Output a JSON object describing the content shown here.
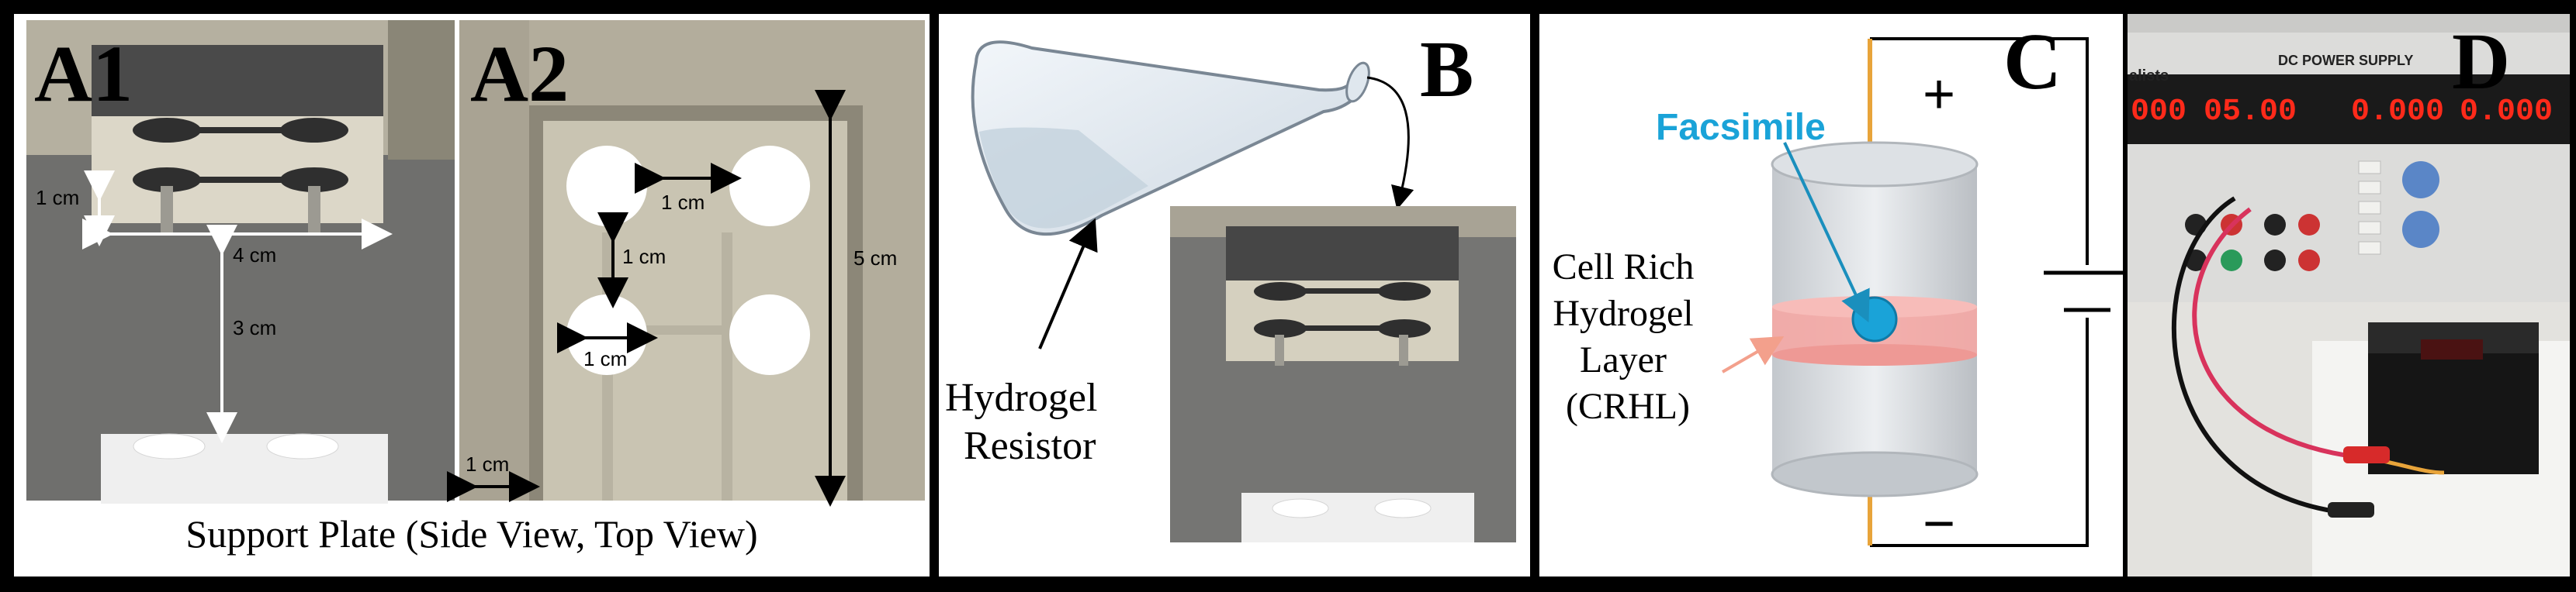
{
  "panels": {
    "a1": {
      "label": "A1",
      "dims": {
        "height": "1 cm",
        "width": "4 cm",
        "gap": "3 cm"
      }
    },
    "a2": {
      "label": "A2",
      "dims": {
        "spacing_h": "1 cm",
        "spacing_v": "1 cm",
        "diameter": "1 cm",
        "length": "5 cm",
        "offset": "1 cm"
      }
    },
    "a_caption": "Support Plate (Side View, Top View)",
    "b": {
      "label": "B",
      "resistor_label": [
        "Hydrogel",
        "Resistor"
      ]
    },
    "c": {
      "label": "C",
      "facsimile": "Facsimile",
      "plus": "+",
      "minus": "−",
      "layer_label": [
        "Cell Rich",
        "Hydrogel",
        "Layer",
        "(CRHL)"
      ]
    },
    "d": {
      "label": "D",
      "supply_title": "DC POWER SUPPLY",
      "brand": "alists",
      "readouts": [
        "000",
        "05.00",
        "0.000",
        "0.000"
      ]
    }
  },
  "colors": {
    "border": "#000000",
    "facsimile": "#1aa3d8",
    "crhl_band": "#f4a7a4",
    "wire": "#e8a43a",
    "led": "#ff2a1a"
  }
}
